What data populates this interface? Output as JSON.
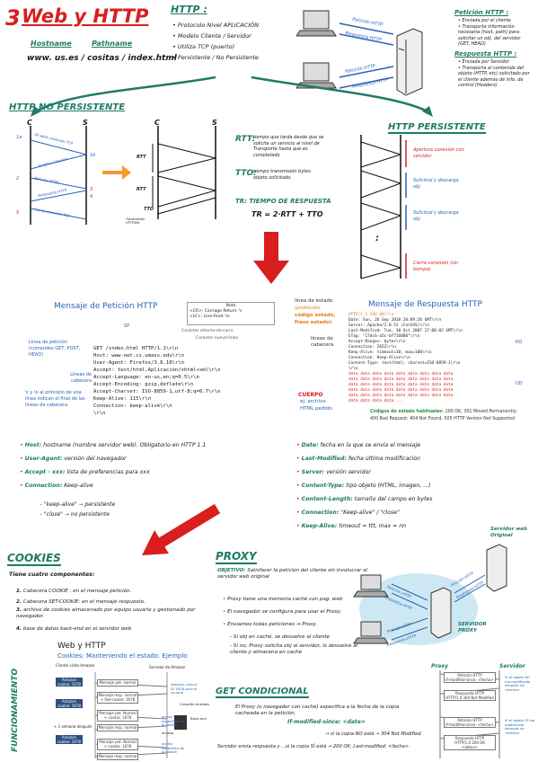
{
  "top": {
    "number": "3",
    "title": "Web y HTTP",
    "hostname": "Hostname",
    "pathname": "Pathname",
    "url": "www. us.es / cositas / index.html"
  },
  "http_intro": {
    "title": "HTTP :",
    "items": [
      "Protocolo Nivel APLICACIÓN",
      "Modelo Cliente / Servidor",
      "Utiliza TCP (puerto)",
      "Persistente / No Persistente"
    ]
  },
  "req_diagram": {
    "peticion_top": "Petición HTTP",
    "respuesta_top": "Respuesta HTTP",
    "peticion_bot": "Petición HTTP",
    "respuesta_bot": "Respuesta HTTP"
  },
  "right_defs": {
    "peticion_title": "Petición HTTP :",
    "peticion_items": [
      "Enviada por el cliente",
      "Transporta información necesaria (host, path) para solicitar un obj. del servidor (GET, HEAD)"
    ],
    "respuesta_title": "Respuesta HTTP :",
    "respuesta_items": [
      "Enviada por Servidor",
      "Transporta el contenido del objeto (HTTP, etc) solicitado por el cliente además de info. de control (Headers)"
    ]
  },
  "no_persistente": {
    "title": "HTTP NO PERSISTENTE",
    "c": "C",
    "s": "S",
    "labels": [
      "1a",
      "1b",
      "2",
      "3",
      "4",
      "5"
    ],
    "arrows": [
      "Se abre conexión TCP",
      "Acepta conexión",
      "Petición HTTP",
      "Respuesta HTTP",
      "Cierra conexión TCP"
    ]
  },
  "rtt_diagram": {
    "c": "C",
    "s": "S",
    "rtt1": "RTT",
    "rtt2": "RTT",
    "ttc": "TTO",
    "tail": "Transmisión HTTP/file"
  },
  "rtt_defs": {
    "rtt_label": "RTT:",
    "rtt_text": "tiempo que tarda desde que se solicita un servicio al nivel de Transporte hasta que es completado",
    "tto_label": "TTO:",
    "tto_text": "tiempo transmisión bytes objeto solicitado.",
    "tr_label": "TR: TIEMPO DE RESPUESTA",
    "tr_formula": "TR = 2·RTT + TTO"
  },
  "persistente": {
    "title": "HTTP PERSISTENTE",
    "notes": [
      "Apertura conexión con servidor",
      "Solicitud y descarga obj.",
      "Solicitud y descarga obj.",
      "Cierre conexión (sin tiempo)"
    ],
    "dots": ":"
  },
  "request_msg": {
    "title": "Mensaje de Petición HTTP",
    "note_title": "Nota",
    "note_cr": "<CR>: Carriage Return: \\r",
    "note_lf": "<LF>: Line-Feed: \\n",
    "sp": "SP",
    "label_cr": "Carácter retorno-de-carro",
    "label_lf": "Carácter nueva-línea",
    "label_linea": "Línea de petición (comandos GET, POST, HEAD)",
    "label_cabecera": "Líneas de cabecera",
    "label_final": "\\r y \\n al principio de una línea indican el final de las líneas de cabecera",
    "lines": [
      "GET /index.html HTTP/1.1\\r\\n",
      "Host: www-net.cs.umass.edu\\r\\n",
      "User-Agent: Firefox/3.6.10\\r\\n",
      "Accept: text/html,Aplicación/xhtml+xml\\r\\n",
      "Accept-Language: en-us,en;q=0.5\\r\\n",
      "Accept-Encoding: gzip,deflate\\r\\n",
      "Accept-Charset: ISO-8859-1,utf-8;q=0.7\\r\\n",
      "Keep-Alive: 115\\r\\n",
      "Connection: keep-alive\\r\\n",
      "\\r\\n"
    ]
  },
  "response_msg": {
    "title": "Mensaje de Respuesta HTTP",
    "label_estado": "línea de estado",
    "label_estado2": "(protocolo,",
    "label_estado3": "código estado,",
    "label_estado4": "frase estado)",
    "label_cabecera": "líneas de cabecera",
    "label_cuerpo": "CUERPO",
    "label_cuerpo2": "ej: archivo",
    "label_cuerpo3": "HTML pedido",
    "lines": [
      "HTTP/1.1 200 OK\\r\\n",
      "Date: Sun, 26 Sep 2010 20:09:20 GMT\\r\\n",
      "Server: Apache/2.0.52 (CentOS)\\r\\n",
      "Last-Modified: Tue, 30 Oct 2007 17:00:02 GMT\\r\\n",
      "ETag: \"17dc6-a5c-bf716880\"\\r\\n",
      "Accept-Ranges: bytes\\r\\n",
      "Connection: 2652\\r\\n",
      "Keep-Alive: timeout=10, max=100\\r\\n",
      "Connection: Keep-Alive\\r\\n",
      "Content-Type: text/html; charset=ISO-8859-1\\r\\n",
      "\\r\\n"
    ],
    "data_lines": [
      "data data data data data data data data data",
      "data data data data data data data data data",
      "data data data data data data data data data",
      "data data data data data data data data data",
      "data data data data data data data data data",
      "data data data data ..."
    ],
    "ro": "RO",
    "ud": "UD",
    "codes_title": "Códigos de estado habituales:",
    "codes1": "200 OK; 301 Moved Permanently;",
    "codes2": "400 Bad Request; 404 Not Found; 505 HTTP Version Not Supported"
  },
  "headers_left": [
    {
      "k": "Host:",
      "v": "hostname (nombre servidor web). Obligatorio en HTTP 1.1"
    },
    {
      "k": "User-Agent:",
      "v": "versión del navegador"
    },
    {
      "k": "Accept - xxx:",
      "v": "lista de preferencias para xxx"
    },
    {
      "k": "Connection:",
      "v": "Keep-alive"
    }
  ],
  "keepalive": {
    "ka": "\"keep-alive\"",
    "ka_v": "persistente",
    "close": "\"close\"",
    "close_v": "no persistente"
  },
  "headers_right": [
    {
      "k": "Date:",
      "v": "fecha en la que se envía el mensaje"
    },
    {
      "k": "Last-Modified:",
      "v": "fecha última modificación"
    },
    {
      "k": "Server:",
      "v": "versión servidor"
    },
    {
      "k": "Content-Type:",
      "v": "tipo objeto (HTML, imagen, ...)"
    },
    {
      "k": "Content-Length:",
      "v": "tamaño del campo en bytes"
    },
    {
      "k": "Connection:",
      "v": "\"Keep-alive\" / \"close\""
    },
    {
      "k": "Keep-Alive:",
      "v": "timeout = ttt, max = nn"
    }
  ],
  "cookies": {
    "title": "COOKIES",
    "intro": "Tiene cuatro componentes:",
    "items": [
      "Cabecera COOKIE : en el mensaje petición.",
      "Cabecera SET-COOKIE: en el mensaje respuesta.",
      "archivo de cookies almacenado por equipo usuario y gestionado por navegador.",
      "base de datos back-end en el servidor web"
    ],
    "panel_title": "Web y HTTP",
    "panel_subtitle": "Cookies: Manteniendo el estado. Ejemplo",
    "cliente": "Cliente visita Amazon",
    "servidor": "Servidor de Amazon",
    "side": "FUNCIONAMIENTO",
    "msgs": [
      "Mensaje pet. normal",
      "Mensaje resp. normal + Set-cookie: 1678",
      "Mensaje pet. Normal + cookie: 1678",
      "Mensaje resp. normal",
      "Mensaje pet. Normal + cookie: 1678",
      "Mensaje resp. normal"
    ],
    "notes": [
      "Amazon crea el ID 1678 para el usuario",
      "Creación entrada",
      "acción específica de la cookie",
      "acceso",
      "Back-end",
      "acción específica de la cookie"
    ],
    "later": "+ 1 semana después",
    "cookie_file": "Amazon cookie: 1678"
  },
  "proxy": {
    "title": "PROXY",
    "objective_label": "OBJETIVO:",
    "objective": "Satisfacer la petición del cliente sin involucrar al servidor web original",
    "items": [
      "Proxy tiene una memoria caché con pag. web",
      "El navegador se configura para usar el Proxy.",
      "Enviamos todas peticiones → Proxy.",
      "- Si obj en caché, se devuelve al cliente",
      "- Si no, Proxy solicita obj al servidor, lo devuelve al cliente y almacena en caché"
    ],
    "servidor_web": "Servidor web Original",
    "servidor_proxy": "SERVIDOR PROXY",
    "pet1": "Petición HTTP",
    "resp1": "Respuesta HTTP",
    "pet2": "Petición HTTP",
    "resp2": "Respuesta HTTP",
    "pet3": "Petición HTTP",
    "resp3": "Respuesta HTTP"
  },
  "get_cond": {
    "title": "GET CONDICIONAL",
    "text": "El Proxy (o navegador con caché) especifica a la fecha de la copia cacheada en la petición.",
    "header": "If-modified-since: <date>",
    "line1a": "→ si la copia NO está → 304 Not Modified",
    "line2": "Servidor envía respuesta y ...",
    "line2b": "si la copia SÍ está → 200 OK; Last-modified: <fecha>",
    "proxy": "Proxy",
    "servidor": "Servidor",
    "boxes": [
      "Petición HTTP\nIf-modified-since: <fecha>",
      "Respuesta HTTP\nHTTP/1.0 304 Not Modified",
      "Petición HTTP\nIf-modified-since: <fecha>",
      "Respuesta HTTP\nHTTP/1.0 200 OK\n<datos>"
    ],
    "note1": "Si el objeto NO fue modificado después de <fecha>",
    "note2": "Si el objeto SÍ fue modificado después de <fecha>"
  }
}
